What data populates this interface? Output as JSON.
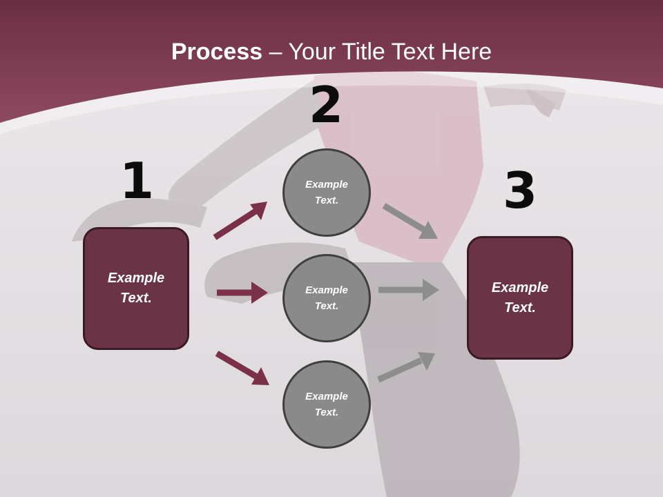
{
  "slide": {
    "title_bold": "Process",
    "title_rest": " – Your Title Text Here"
  },
  "steps": [
    {
      "number": "1",
      "text": "Example Text."
    },
    {
      "number": "2",
      "text": "Example Text."
    },
    {
      "number": "3",
      "text": "Example Text."
    }
  ],
  "circles": [
    {
      "text": "Example Text."
    },
    {
      "text": "Example Text."
    },
    {
      "text": "Example Text."
    }
  ],
  "colors": {
    "header": "#7e3a50",
    "box_fill": "#6b3346",
    "box_border": "#3a1a26",
    "circle_fill": "#8a8a8a",
    "circle_border": "#3f3f3f",
    "arrow_left": "#7a3147",
    "arrow_right": "#8d8d8d",
    "background": "#e2dde1"
  },
  "icons": {
    "arrows_in": [
      "arrow-up-right-icon",
      "arrow-right-icon",
      "arrow-down-right-icon"
    ],
    "arrows_out": [
      "arrow-down-right-icon",
      "arrow-right-icon",
      "arrow-up-right-icon"
    ]
  }
}
